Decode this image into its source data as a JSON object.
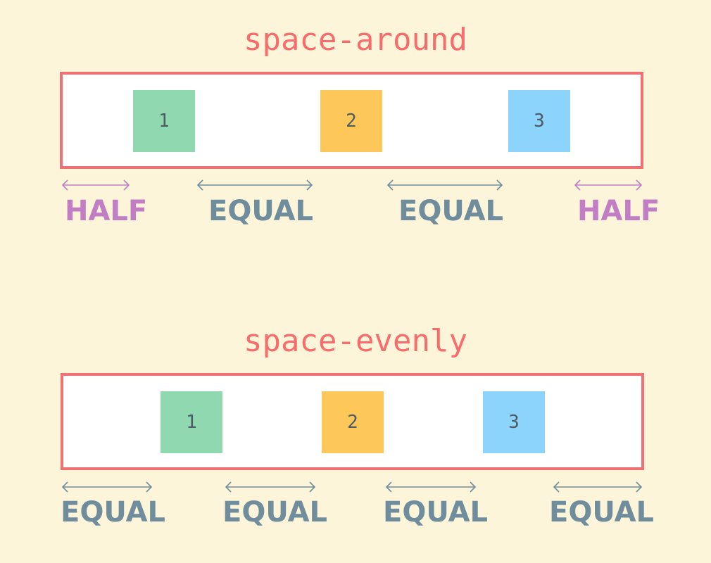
{
  "colors": {
    "background": "#fdf5d9",
    "container_border": "#f07173",
    "title": "#f76c6c",
    "item_1": "#8fd8b0",
    "item_2": "#fdc75a",
    "item_3": "#8dd4fd",
    "half": "#c27ec4",
    "equal": "#6f8d9c"
  },
  "around": {
    "title": "space-around",
    "items": [
      {
        "label": "1",
        "color": "#8fd8b0"
      },
      {
        "label": "2",
        "color": "#fdc75a"
      },
      {
        "label": "3",
        "color": "#8dd4fd"
      }
    ],
    "gaps": [
      {
        "label": "HALF",
        "color": "#c27ec4"
      },
      {
        "label": "EQUAL",
        "color": "#6f8d9c"
      },
      {
        "label": "EQUAL",
        "color": "#6f8d9c"
      },
      {
        "label": "HALF",
        "color": "#c27ec4"
      }
    ]
  },
  "evenly": {
    "title": "space-evenly",
    "items": [
      {
        "label": "1",
        "color": "#8fd8b0"
      },
      {
        "label": "2",
        "color": "#fdc75a"
      },
      {
        "label": "3",
        "color": "#8dd4fd"
      }
    ],
    "gaps": [
      {
        "label": "EQUAL",
        "color": "#6f8d9c"
      },
      {
        "label": "EQUAL",
        "color": "#6f8d9c"
      },
      {
        "label": "EQUAL",
        "color": "#6f8d9c"
      },
      {
        "label": "EQUAL",
        "color": "#6f8d9c"
      }
    ]
  }
}
